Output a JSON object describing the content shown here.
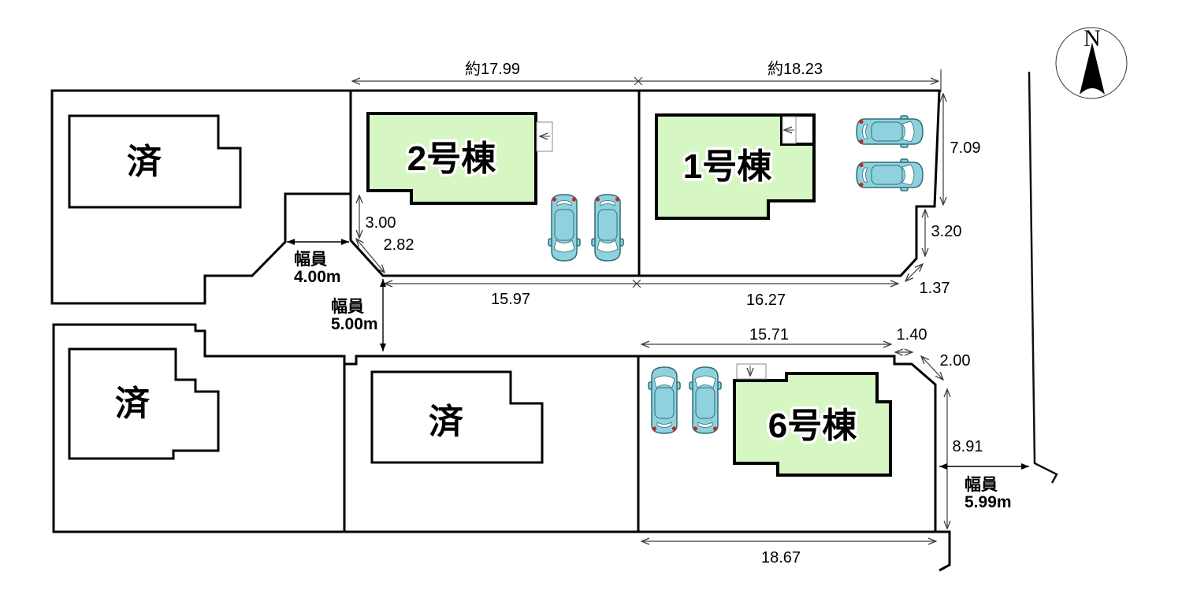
{
  "compass": {
    "north_label": "N"
  },
  "colors": {
    "building_green": "#d6f6c3",
    "car_body": "#8fd2de",
    "car_outline": "#2e6e79",
    "line_black": "#000000",
    "dim_gray": "#3c3c3c"
  },
  "buildings": {
    "unit2": {
      "label": "2号棟"
    },
    "unit1": {
      "label": "1号棟"
    },
    "unit6": {
      "label": "6号棟"
    },
    "sold": {
      "label": "済"
    }
  },
  "dimensions": {
    "top_width_left": "約17.99",
    "top_width_right": "約18.23",
    "east_upper": "7.09",
    "east_step": "3.20",
    "east_corner_cut": "1.37",
    "stub_depth": "3.00",
    "stub_corner_cut": "2.82",
    "mid_width_left": "15.97",
    "mid_width_right": "16.27",
    "lower_top_width": "15.71",
    "lower_top_step": "1.40",
    "lower_corner_cut": "2.00",
    "lower_east_depth": "8.91",
    "bottom_width": "18.67"
  },
  "roads": {
    "north_stub": {
      "label": "幅員",
      "width": "4.00m"
    },
    "central": {
      "label": "幅員",
      "width": "5.00m"
    },
    "east": {
      "label": "幅員",
      "width": "5.99m"
    }
  }
}
